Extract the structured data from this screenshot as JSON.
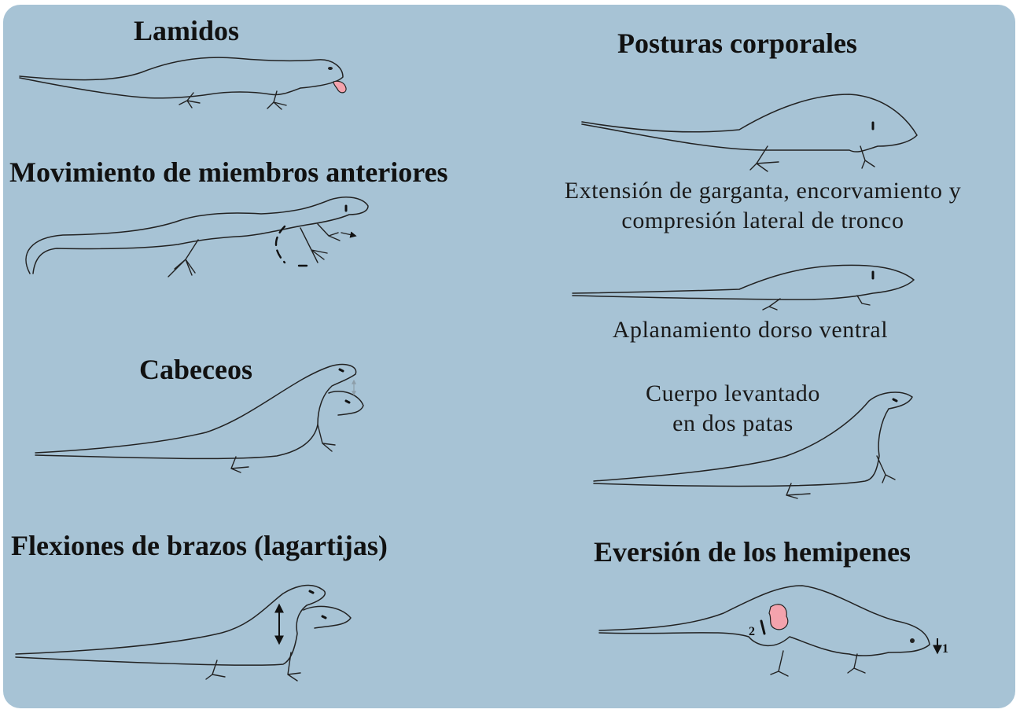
{
  "diagram": {
    "left": {
      "lamidos": "Lamidos",
      "movimiento": "Movimiento de miembros anteriores",
      "cabeceos": "Cabeceos",
      "flexiones": "Flexiones de brazos (lagartijas)"
    },
    "right": {
      "posturas_title": "Posturas corporales",
      "extension_line1": "Extensión de garganta, encorvamiento y",
      "extension_line2": "compresión lateral de tronco",
      "aplanamiento": "Aplanamiento dorso ventral",
      "cuerpo_line1": "Cuerpo levantado",
      "cuerpo_line2": "en dos patas",
      "eversion": "Eversión de los hemipenes",
      "marker_2": "2",
      "marker_1": "1"
    },
    "colors": {
      "background": "#a7c3d5",
      "highlight": "#f4a3ad",
      "line": "#222222"
    }
  }
}
